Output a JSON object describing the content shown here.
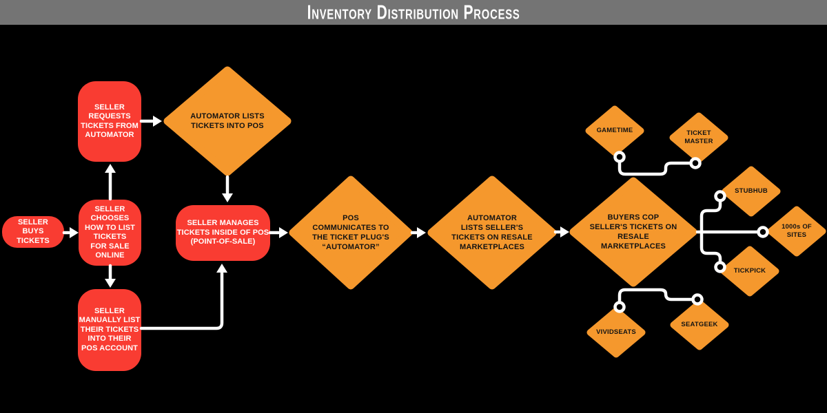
{
  "header": {
    "title": "Inventory Distribution Process"
  },
  "colors": {
    "background": "#000000",
    "header_bar": "#747474",
    "process_red": "#F93C32",
    "diamond_orange": "#F5982D",
    "connector_white": "#FFFFFF",
    "text_on_red": "#FFFFFF",
    "text_on_orange": "#131313"
  },
  "nodes": {
    "seller_buys": {
      "label": "SELLER\nBUYS\nTICKETS"
    },
    "seller_chooses": {
      "label": "SELLER\nCHOOSES\nHOW TO LIST\nTICKETS\nFOR SALE\nONLINE"
    },
    "seller_requests": {
      "label": "SELLER\nREQUESTS\nTICKETS FROM\nAUTOMATOR"
    },
    "automator_lists_pos": {
      "label": "AUTOMATOR LISTS\nTICKETS INTO POS"
    },
    "seller_manages": {
      "label": "SELLER MANAGES\nTICKETS INSIDE OF POS\n(POINT-OF-SALE)"
    },
    "seller_manually": {
      "label": "SELLER\nMANUALLY LIST\nTHEIR TICKETS\nINTO THEIR\nPOS ACCOUNT"
    },
    "pos_communicates": {
      "label": "POS\nCOMMUNICATES TO\nTHE TICKET PLUG'S\n“AUTOMATOR”"
    },
    "automator_resale": {
      "label": "AUTOMATOR\nLISTS SELLER'S\nTICKETS ON RESALE\nMARKETPLACES"
    },
    "buyers_cop": {
      "label": "BUYERS COP\nSELLER'S TICKETS ON\nRESALE\nMARKETPLACES"
    },
    "gametime": {
      "label": "GAMETIME"
    },
    "ticket_master": {
      "label": "TICKET\nMASTER"
    },
    "stubhub": {
      "label": "STUBHUB"
    },
    "sites_1000s": {
      "label": "1000s OF\nSITES"
    },
    "tickpick": {
      "label": "TICKPICK"
    },
    "vividseats": {
      "label": "VIVIDSEATS"
    },
    "seatgeek": {
      "label": "SEATGEEK"
    }
  }
}
